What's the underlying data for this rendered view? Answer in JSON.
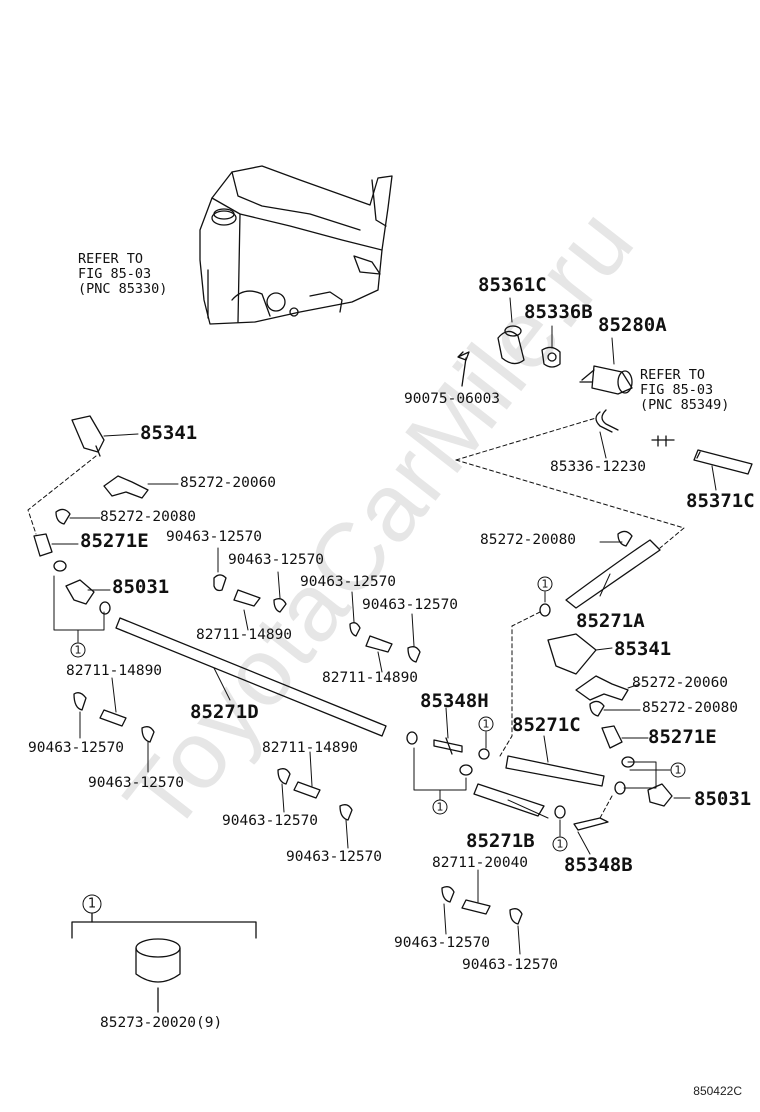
{
  "watermark": "ToyotaCarMile.ru",
  "figure_code": "850422C",
  "refs": [
    {
      "id": "ref-85-03-tank",
      "text": "REFER TO\nFIG 85-03\n(PNC 85330)"
    },
    {
      "id": "ref-85-03-pump",
      "text": "REFER TO\nFIG 85-03\n(PNC 85349)"
    }
  ],
  "callouts": [
    "1",
    "1",
    "1",
    "1",
    "1",
    "1",
    "1"
  ],
  "labels": [
    {
      "id": "85361C",
      "text": "85361C"
    },
    {
      "id": "85336B",
      "text": "85336B"
    },
    {
      "id": "85280A",
      "text": "85280A"
    },
    {
      "id": "90075-06003",
      "text": "90075-06003"
    },
    {
      "id": "85336-12230",
      "text": "85336-12230"
    },
    {
      "id": "85371C",
      "text": "85371C"
    },
    {
      "id": "85341-a",
      "text": "85341"
    },
    {
      "id": "85272-20060-a",
      "text": "85272-20060"
    },
    {
      "id": "85272-20080-a",
      "text": "85272-20080"
    },
    {
      "id": "85271E-a",
      "text": "85271E"
    },
    {
      "id": "90463-12570-a",
      "text": "90463-12570"
    },
    {
      "id": "90463-12570-b",
      "text": "90463-12570"
    },
    {
      "id": "90463-12570-c",
      "text": "90463-12570"
    },
    {
      "id": "90463-12570-d",
      "text": "90463-12570"
    },
    {
      "id": "85031-a",
      "text": "85031"
    },
    {
      "id": "82711-14890-a",
      "text": "82711-14890"
    },
    {
      "id": "82711-14890-b",
      "text": "82711-14890"
    },
    {
      "id": "82711-14890-c",
      "text": "82711-14890"
    },
    {
      "id": "85272-20080-b",
      "text": "85272-20080"
    },
    {
      "id": "85271A",
      "text": "85271A"
    },
    {
      "id": "85341-b",
      "text": "85341"
    },
    {
      "id": "85272-20060-b",
      "text": "85272-20060"
    },
    {
      "id": "85272-20080-c",
      "text": "85272-20080"
    },
    {
      "id": "85271E-b",
      "text": "85271E"
    },
    {
      "id": "85348H",
      "text": "85348H"
    },
    {
      "id": "85271C",
      "text": "85271C"
    },
    {
      "id": "85271D",
      "text": "85271D"
    },
    {
      "id": "90463-12570-e",
      "text": "90463-12570"
    },
    {
      "id": "90463-12570-f",
      "text": "90463-12570"
    },
    {
      "id": "82711-14890-d",
      "text": "82711-14890"
    },
    {
      "id": "90463-12570-g",
      "text": "90463-12570"
    },
    {
      "id": "90463-12570-h",
      "text": "90463-12570"
    },
    {
      "id": "85031-b",
      "text": "85031"
    },
    {
      "id": "85271B",
      "text": "85271B"
    },
    {
      "id": "85348B",
      "text": "85348B"
    },
    {
      "id": "82711-20040",
      "text": "82711-20040"
    },
    {
      "id": "90463-12570-i",
      "text": "90463-12570"
    },
    {
      "id": "90463-12570-j",
      "text": "90463-12570"
    },
    {
      "id": "85273-20020",
      "text": "85273-20020(9)"
    }
  ]
}
